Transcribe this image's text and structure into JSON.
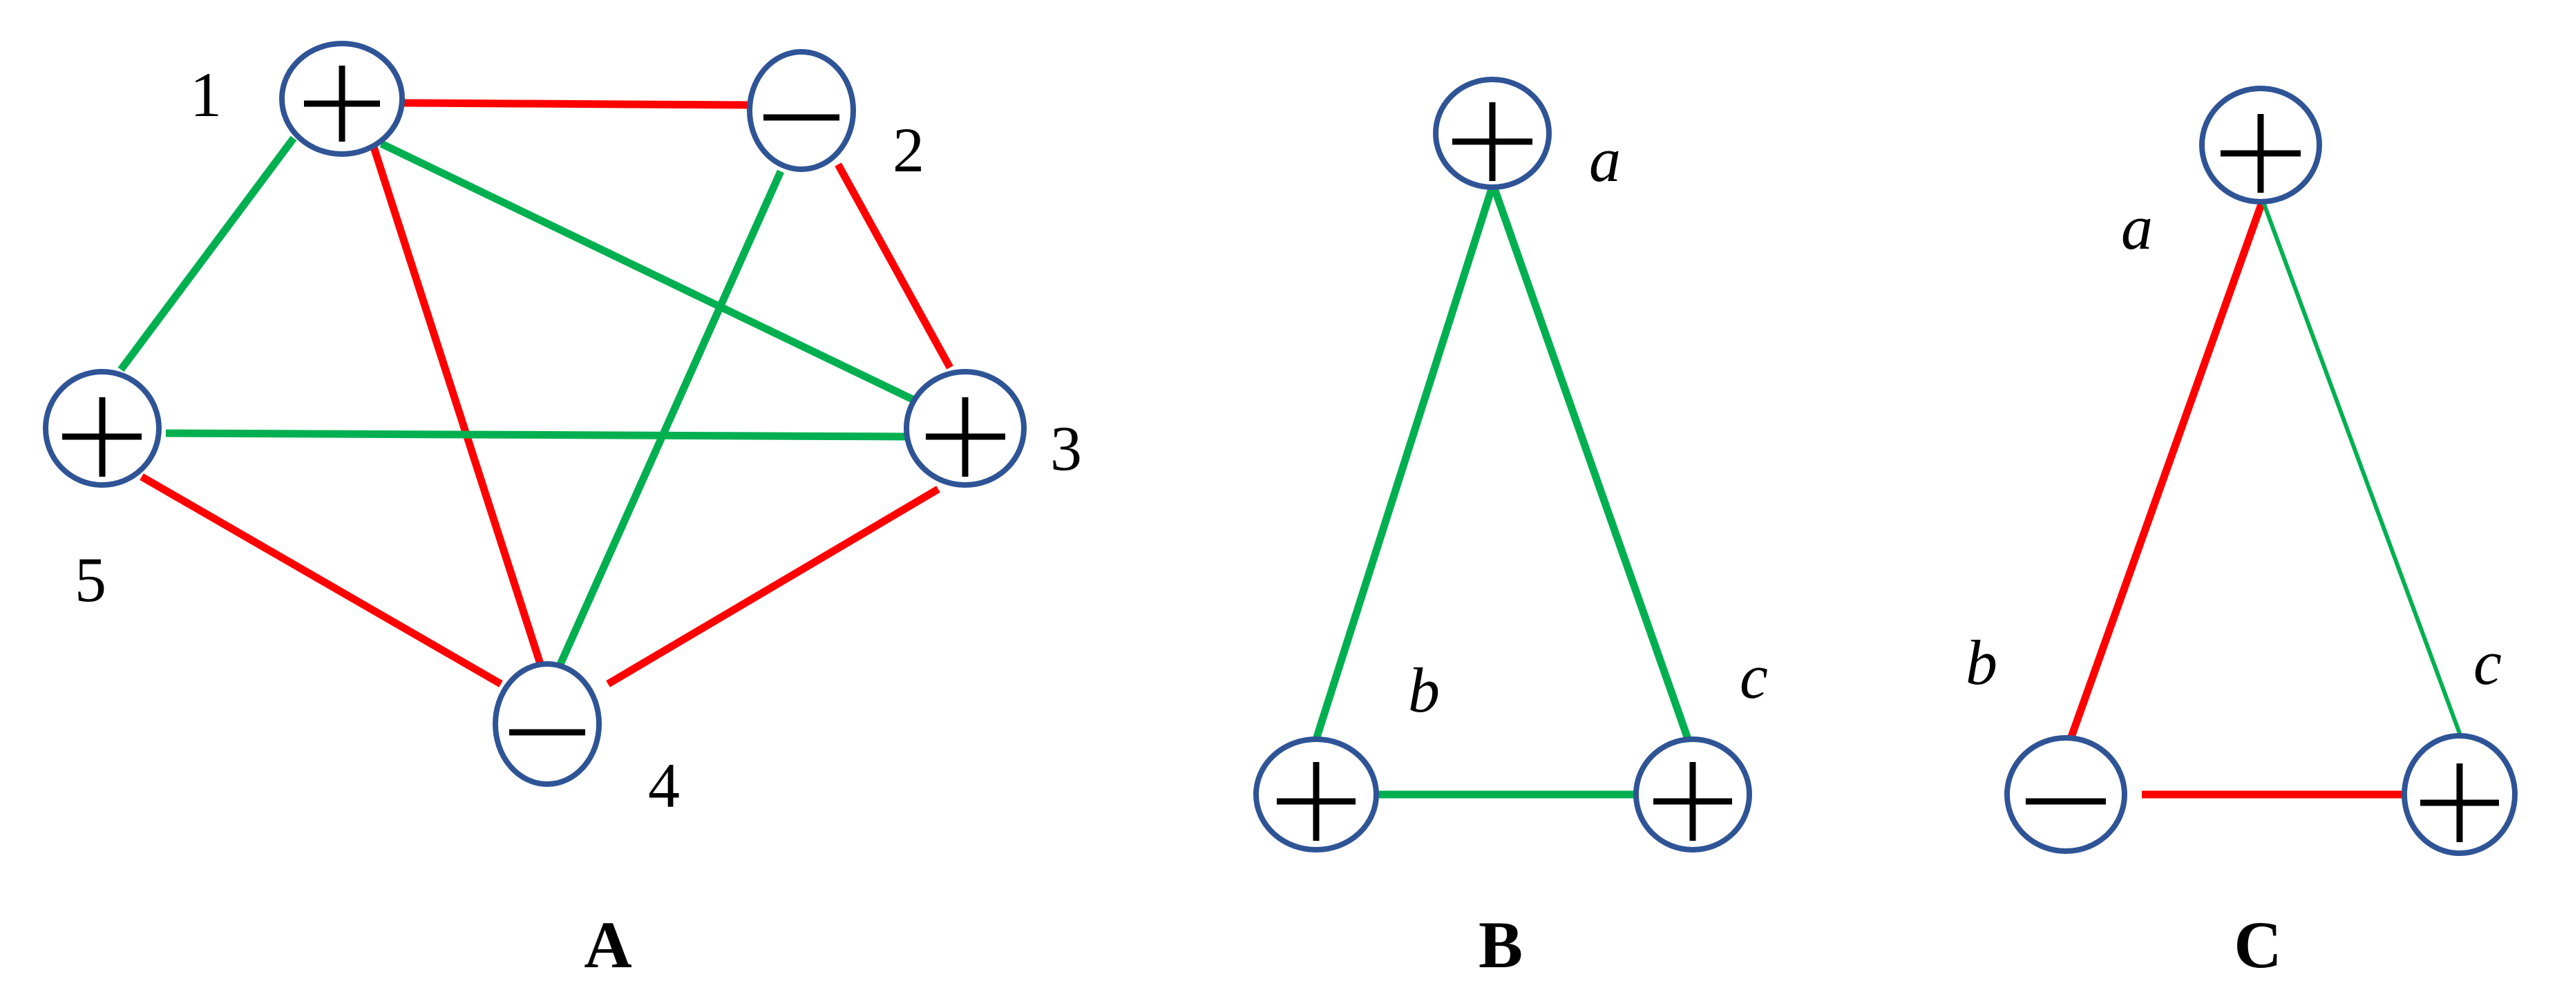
{
  "colors": {
    "positive_edge": "#00B050",
    "negative_edge": "#FF0000",
    "node_border": "#2F5496"
  },
  "panels": [
    {
      "id": "A",
      "label": "A",
      "nodes": [
        {
          "id": "1",
          "label": "1",
          "sign": "+"
        },
        {
          "id": "2",
          "label": "2",
          "sign": "-"
        },
        {
          "id": "3",
          "label": "3",
          "sign": "+"
        },
        {
          "id": "4",
          "label": "4",
          "sign": "-"
        },
        {
          "id": "5",
          "label": "5",
          "sign": "+"
        }
      ],
      "edges": [
        {
          "from": "1",
          "to": "2",
          "sign": "negative"
        },
        {
          "from": "2",
          "to": "3",
          "sign": "negative"
        },
        {
          "from": "3",
          "to": "4",
          "sign": "negative"
        },
        {
          "from": "4",
          "to": "5",
          "sign": "negative"
        },
        {
          "from": "1",
          "to": "4",
          "sign": "negative"
        },
        {
          "from": "1",
          "to": "5",
          "sign": "positive"
        },
        {
          "from": "1",
          "to": "3",
          "sign": "positive"
        },
        {
          "from": "2",
          "to": "4",
          "sign": "positive"
        },
        {
          "from": "5",
          "to": "3",
          "sign": "positive"
        }
      ]
    },
    {
      "id": "B",
      "label": "B",
      "nodes": [
        {
          "id": "a",
          "label": "a",
          "sign": "+"
        },
        {
          "id": "b",
          "label": "b",
          "sign": "+"
        },
        {
          "id": "c",
          "label": "c",
          "sign": "+"
        }
      ],
      "edges": [
        {
          "from": "a",
          "to": "b",
          "sign": "positive"
        },
        {
          "from": "a",
          "to": "c",
          "sign": "positive"
        },
        {
          "from": "b",
          "to": "c",
          "sign": "positive"
        }
      ]
    },
    {
      "id": "C",
      "label": "C",
      "nodes": [
        {
          "id": "a",
          "label": "a",
          "sign": "+"
        },
        {
          "id": "b",
          "label": "b",
          "sign": "-"
        },
        {
          "id": "c",
          "label": "c",
          "sign": "+"
        }
      ],
      "edges": [
        {
          "from": "a",
          "to": "b",
          "sign": "negative"
        },
        {
          "from": "a",
          "to": "c",
          "sign": "positive"
        },
        {
          "from": "b",
          "to": "c",
          "sign": "negative"
        }
      ]
    }
  ]
}
